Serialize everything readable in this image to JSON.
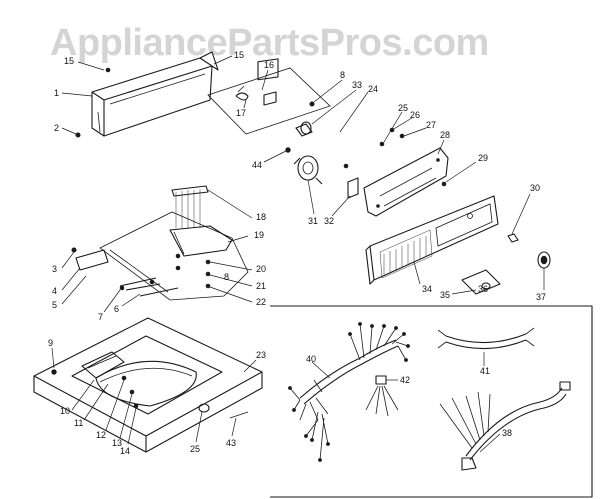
{
  "watermark": "AppliancePartsPros.com",
  "callouts": {
    "c1": "1",
    "c2": "2",
    "c3": "3",
    "c4": "4",
    "c5": "5",
    "c6": "6",
    "c7": "7",
    "c8a": "8",
    "c8b": "8",
    "c9": "9",
    "c10": "10",
    "c11": "11",
    "c12": "12",
    "c13": "13",
    "c14": "14",
    "c15a": "15",
    "c15b": "15",
    "c16": "16",
    "c17": "17",
    "c18": "18",
    "c19": "19",
    "c20": "20",
    "c21": "21",
    "c22": "22",
    "c23": "23",
    "c24": "24",
    "c25a": "25",
    "c25b": "25",
    "c26": "26",
    "c27": "27",
    "c28": "28",
    "c29": "29",
    "c30": "30",
    "c31": "31",
    "c32": "32",
    "c33": "33",
    "c34": "34",
    "c35": "35",
    "c36": "36",
    "c37": "37",
    "c38": "38",
    "c40": "40",
    "c41": "41",
    "c42": "42",
    "c43": "43",
    "c44": "44"
  }
}
